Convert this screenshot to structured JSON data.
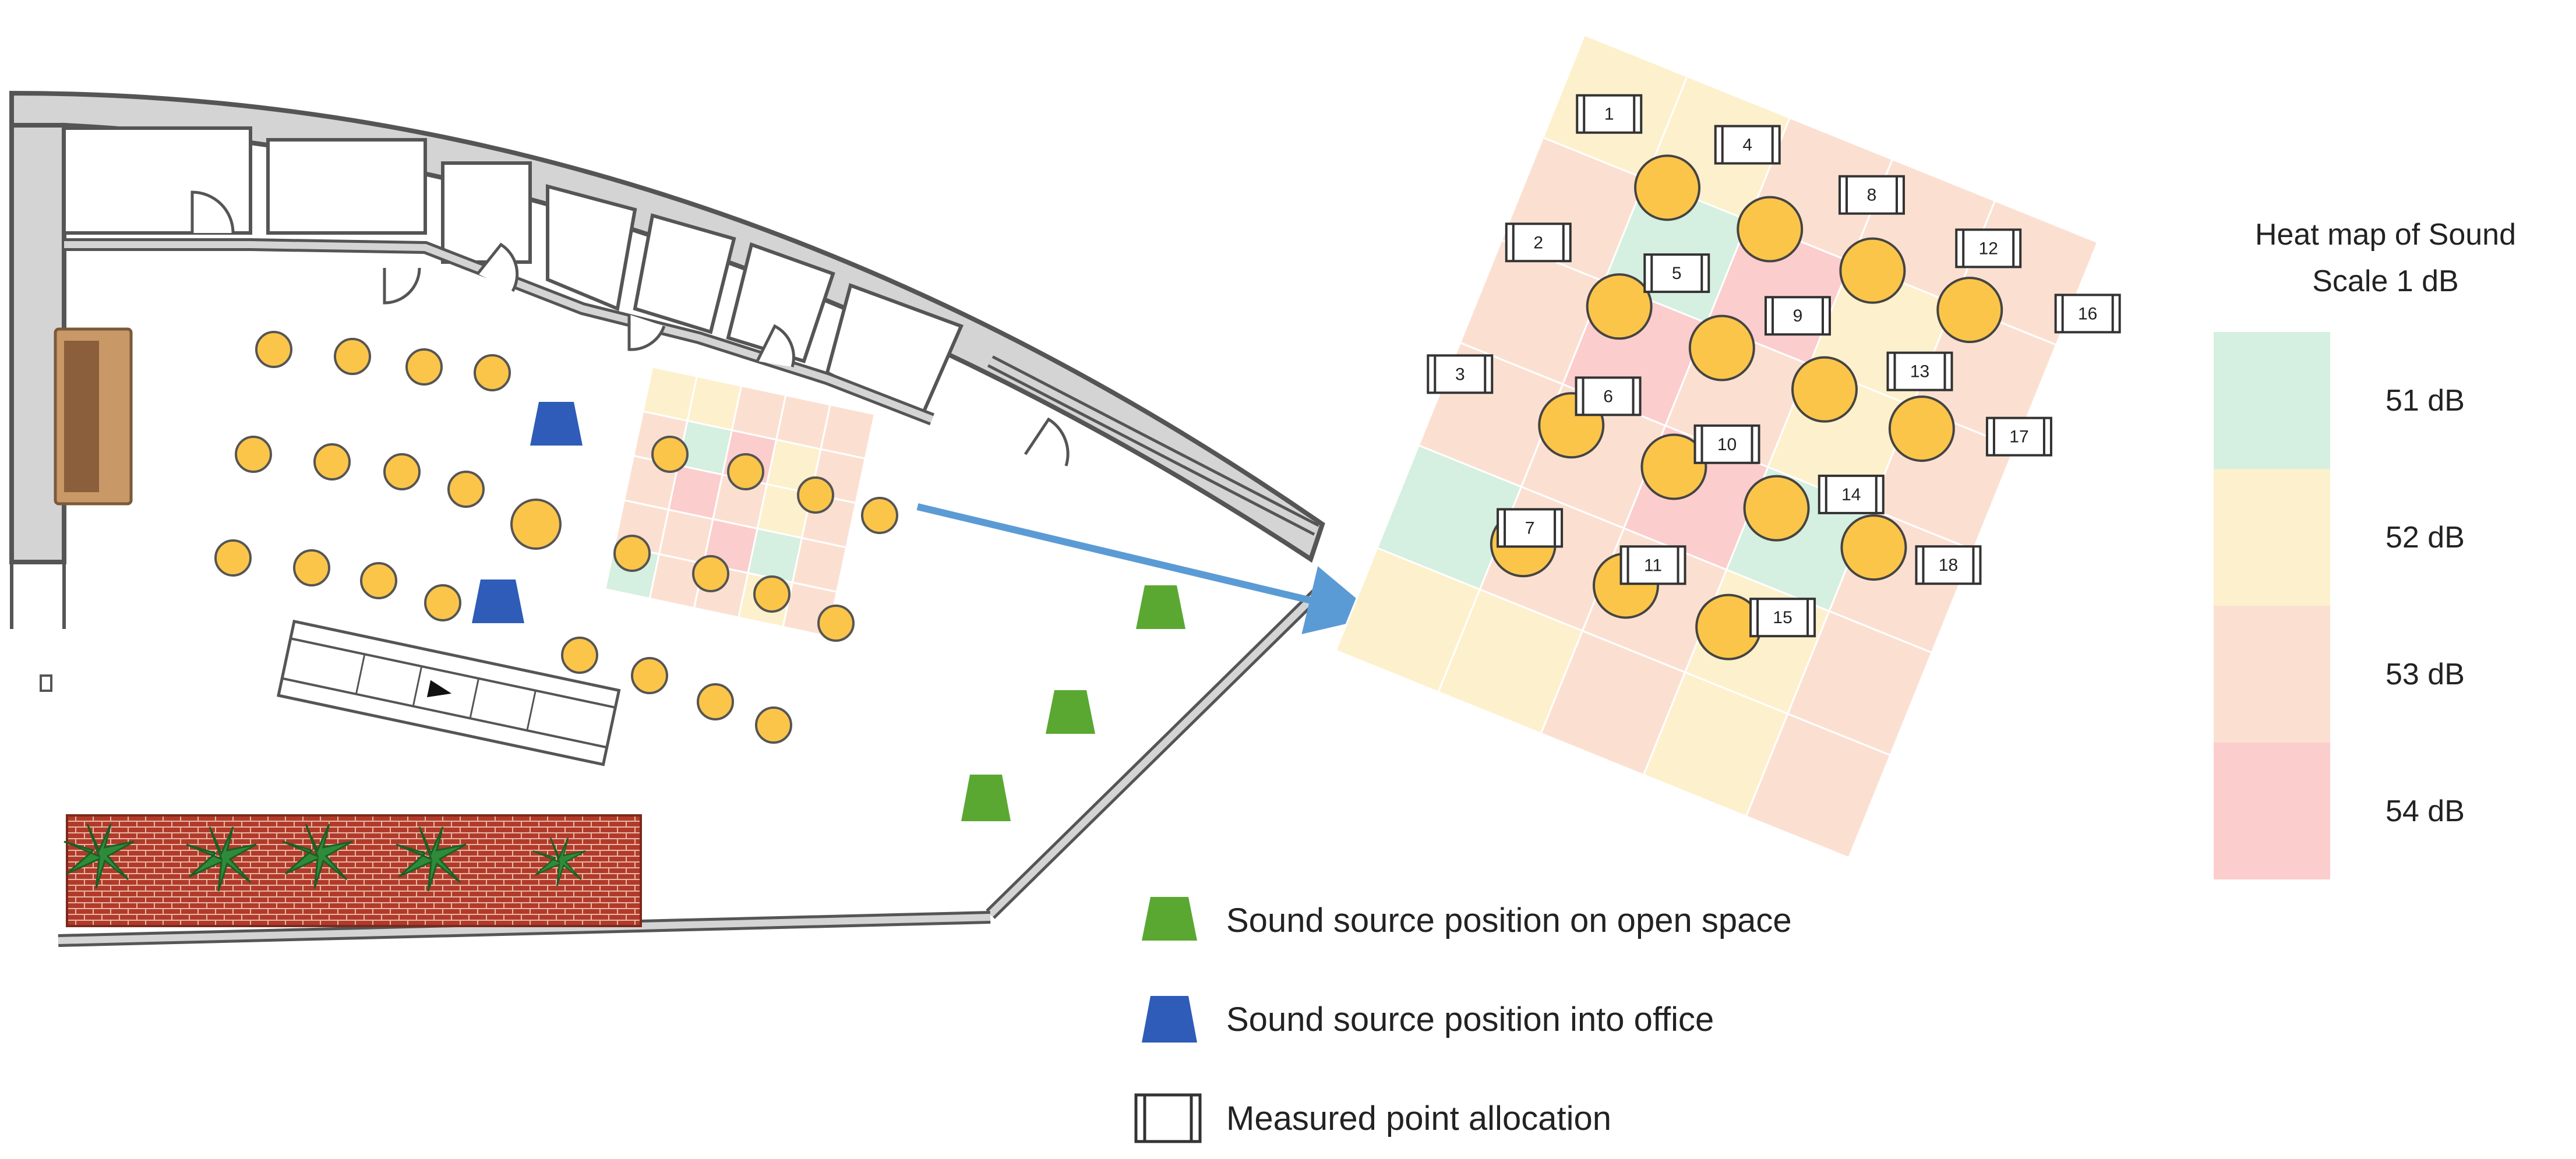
{
  "legend": {
    "open_space_label": "Sound source position on open space",
    "office_label": "Sound source position into office",
    "measured_label": "Measured point allocation"
  },
  "heatmap_scale": {
    "title_line1": "Heat map of Sound",
    "title_line2": "Scale 1 dB",
    "levels": [
      {
        "label": "51 dB",
        "value": 51,
        "color": "#d5efe0"
      },
      {
        "label": "52 dB",
        "value": 52,
        "color": "#fdf0cc"
      },
      {
        "label": "53 dB",
        "value": 53,
        "color": "#fbe0d2"
      },
      {
        "label": "54 dB",
        "value": 54,
        "color": "#fccdcd"
      }
    ]
  },
  "measured_points": [
    "1",
    "2",
    "3",
    "4",
    "5",
    "6",
    "7",
    "8",
    "9",
    "10",
    "11",
    "12",
    "13",
    "14",
    "15",
    "16",
    "17",
    "18"
  ],
  "colors": {
    "seat": "#fbc54a",
    "open_space_source": "#5aa832",
    "office_source": "#2e5cb8",
    "arrow": "#5b9bd5",
    "wall": "#d4d4d4"
  },
  "heat_grid": [
    [
      52,
      52,
      53,
      53,
      53
    ],
    [
      53,
      51,
      54,
      52,
      53
    ],
    [
      53,
      54,
      53,
      52,
      53
    ],
    [
      53,
      53,
      54,
      51,
      53
    ],
    [
      51,
      53,
      53,
      52,
      53
    ],
    [
      52,
      52,
      53,
      52,
      53
    ]
  ]
}
